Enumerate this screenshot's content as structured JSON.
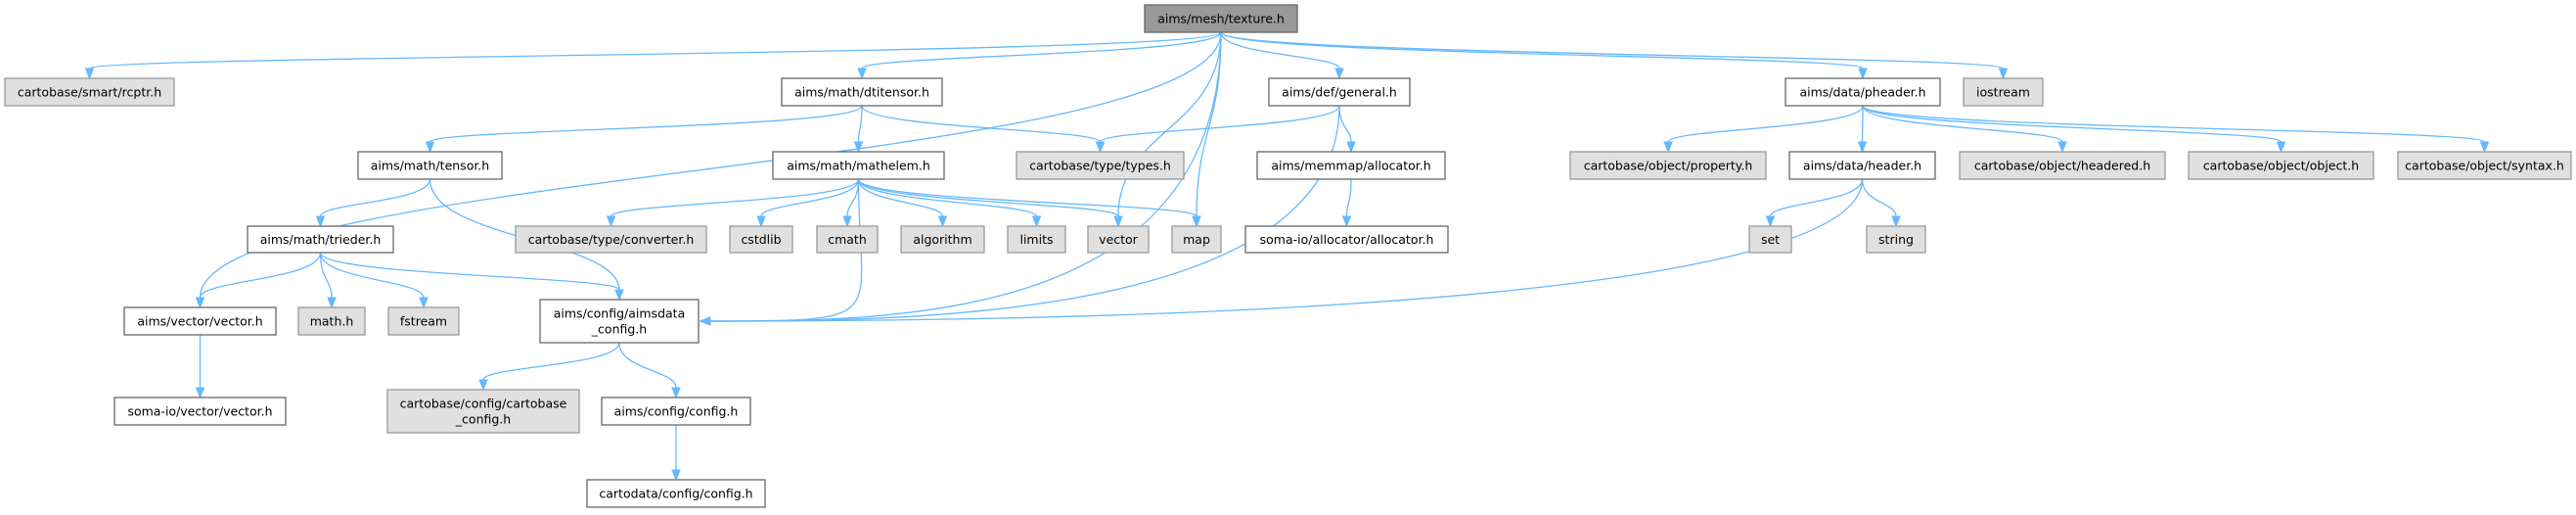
{
  "graph": {
    "root": "texture",
    "colors": {
      "edge": "#63b8ff",
      "root_fill": "#999999",
      "documented_fill": "#ffffff",
      "external_fill": "#e0e0e0",
      "border": "#666666",
      "external_border": "#999999"
    },
    "nodes": {
      "texture": {
        "label": "aims/mesh/texture.h",
        "kind": "root"
      },
      "rcptr": {
        "label": "cartobase/smart/rcptr.h",
        "kind": "external"
      },
      "dtitensor": {
        "label": "aims/math/dtitensor.h",
        "kind": "documented"
      },
      "general": {
        "label": "aims/def/general.h",
        "kind": "documented"
      },
      "pheader": {
        "label": "aims/data/pheader.h",
        "kind": "documented"
      },
      "iostream": {
        "label": "iostream",
        "kind": "external"
      },
      "tensor": {
        "label": "aims/math/tensor.h",
        "kind": "documented"
      },
      "mathelem": {
        "label": "aims/math/mathelem.h",
        "kind": "documented"
      },
      "types": {
        "label": "cartobase/type/types.h",
        "kind": "external"
      },
      "memalloc": {
        "label": "aims/memmap/allocator.h",
        "kind": "documented"
      },
      "property": {
        "label": "cartobase/object/property.h",
        "kind": "external"
      },
      "header": {
        "label": "aims/data/header.h",
        "kind": "documented"
      },
      "headered": {
        "label": "cartobase/object/headered.h",
        "kind": "external"
      },
      "object": {
        "label": "cartobase/object/object.h",
        "kind": "external"
      },
      "syntax": {
        "label": "cartobase/object/syntax.h",
        "kind": "external"
      },
      "trieder": {
        "label": "aims/math/trieder.h",
        "kind": "documented"
      },
      "converter": {
        "label": "cartobase/type/converter.h",
        "kind": "external"
      },
      "cstdlib": {
        "label": "cstdlib",
        "kind": "external"
      },
      "cmath": {
        "label": "cmath",
        "kind": "external"
      },
      "algorithm": {
        "label": "algorithm",
        "kind": "external"
      },
      "limits": {
        "label": "limits",
        "kind": "external"
      },
      "stdvector": {
        "label": "vector",
        "kind": "external"
      },
      "map": {
        "label": "map",
        "kind": "external"
      },
      "somaalloc": {
        "label": "soma-io/allocator/allocator.h",
        "kind": "documented"
      },
      "set": {
        "label": "set",
        "kind": "external"
      },
      "string": {
        "label": "string",
        "kind": "external"
      },
      "aimsvector": {
        "label": "aims/vector/vector.h",
        "kind": "documented"
      },
      "mathh": {
        "label": "math.h",
        "kind": "external"
      },
      "fstream": {
        "label": "fstream",
        "kind": "external"
      },
      "aimsdataconfig": {
        "label": [
          "aims/config/aimsdata",
          "_config.h"
        ],
        "kind": "documented"
      },
      "somavector": {
        "label": "soma-io/vector/vector.h",
        "kind": "documented"
      },
      "cartobaseconfig": {
        "label": [
          "cartobase/config/cartobase",
          "_config.h"
        ],
        "kind": "external"
      },
      "aimsconfig": {
        "label": "aims/config/config.h",
        "kind": "documented"
      },
      "cartodataconfig": {
        "label": "cartodata/config/config.h",
        "kind": "documented"
      }
    },
    "edges": [
      [
        "texture",
        "rcptr"
      ],
      [
        "texture",
        "aimsvector"
      ],
      [
        "texture",
        "dtitensor"
      ],
      [
        "texture",
        "stdvector"
      ],
      [
        "texture",
        "map"
      ],
      [
        "texture",
        "general"
      ],
      [
        "texture",
        "aimsdataconfig"
      ],
      [
        "texture",
        "pheader"
      ],
      [
        "texture",
        "iostream"
      ],
      [
        "dtitensor",
        "tensor"
      ],
      [
        "dtitensor",
        "mathelem"
      ],
      [
        "dtitensor",
        "types"
      ],
      [
        "tensor",
        "trieder"
      ],
      [
        "tensor",
        "aimsdataconfig"
      ],
      [
        "trieder",
        "aimsvector"
      ],
      [
        "trieder",
        "mathh"
      ],
      [
        "trieder",
        "fstream"
      ],
      [
        "trieder",
        "aimsdataconfig"
      ],
      [
        "mathelem",
        "aimsdataconfig"
      ],
      [
        "mathelem",
        "converter"
      ],
      [
        "mathelem",
        "cstdlib"
      ],
      [
        "mathelem",
        "cmath"
      ],
      [
        "mathelem",
        "algorithm"
      ],
      [
        "mathelem",
        "limits"
      ],
      [
        "mathelem",
        "stdvector"
      ],
      [
        "mathelem",
        "map"
      ],
      [
        "general",
        "types"
      ],
      [
        "general",
        "memalloc"
      ],
      [
        "general",
        "aimsdataconfig"
      ],
      [
        "memalloc",
        "somaalloc"
      ],
      [
        "aimsvector",
        "somavector"
      ],
      [
        "aimsdataconfig",
        "cartobaseconfig"
      ],
      [
        "aimsdataconfig",
        "aimsconfig"
      ],
      [
        "aimsconfig",
        "cartodataconfig"
      ],
      [
        "pheader",
        "property"
      ],
      [
        "pheader",
        "header"
      ],
      [
        "pheader",
        "headered"
      ],
      [
        "pheader",
        "object"
      ],
      [
        "pheader",
        "syntax"
      ],
      [
        "header",
        "set"
      ],
      [
        "header",
        "string"
      ],
      [
        "header",
        "aimsdataconfig"
      ]
    ]
  }
}
